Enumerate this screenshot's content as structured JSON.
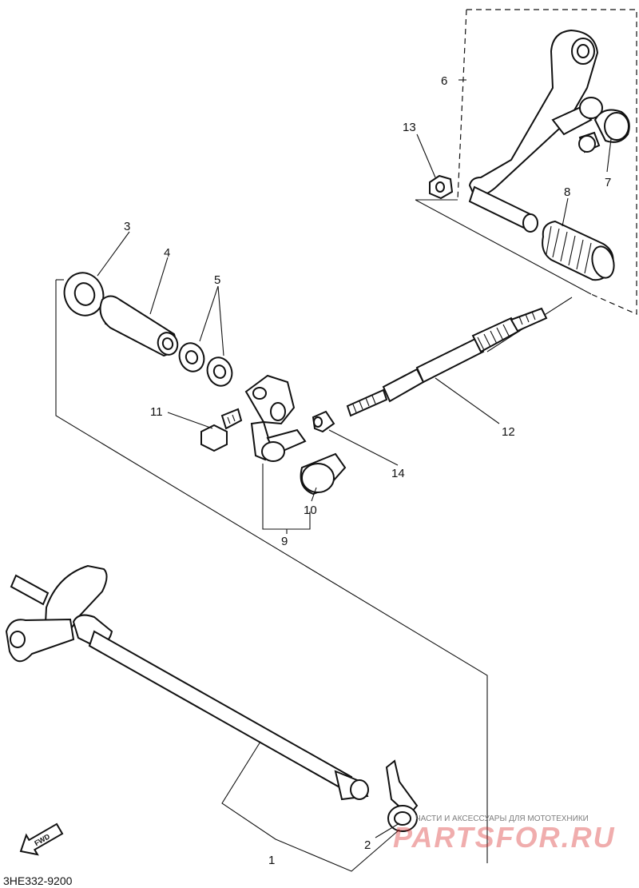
{
  "diagram": {
    "part_code": "3HE332-9200",
    "callouts": [
      "1",
      "2",
      "3",
      "4",
      "5",
      "6",
      "7",
      "8",
      "9",
      "10",
      "11",
      "12",
      "13",
      "14"
    ],
    "forward_label": "FWD"
  },
  "watermark": {
    "small_text": "ЧАСТИ И АКСЕССУАРЫ ДЛЯ МОТОТЕХНИКИ",
    "brand_text": "PARTSFOR.RU",
    "brand_color": "#d72828"
  }
}
